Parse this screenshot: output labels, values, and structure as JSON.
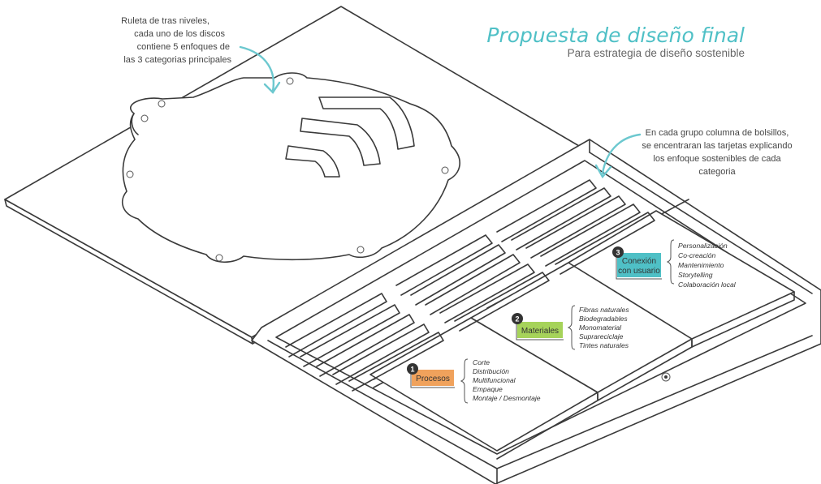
{
  "title": "Propuesta de diseño final",
  "subtitle": "Para estrategia de diseño sostenible",
  "notes": {
    "roulette": [
      "Ruleta de tras niveles,",
      "cada uno de los discos",
      "contiene 5 enfoques de",
      "las 3 categorias principales"
    ],
    "pockets": [
      "En cada grupo columna de bolsillos,",
      "se encentraran las tarjetas explicando",
      "los enfoque sostenibles de cada",
      "categoria"
    ]
  },
  "categories": [
    {
      "number": "1",
      "label": [
        "Procesos"
      ],
      "color": "#f0a25c",
      "items": [
        "Corte",
        "Distribución",
        "Multifuncional",
        "Empaque",
        "Montaje / Desmontaje"
      ]
    },
    {
      "number": "2",
      "label": [
        "Materiales"
      ],
      "color": "#a6d35a",
      "items": [
        "Fibras naturales",
        "Biodegradables",
        "Monomaterial",
        "Suprareciclaje",
        "Tintes naturales"
      ]
    },
    {
      "number": "3",
      "label": [
        "Conexión",
        "con usuario"
      ],
      "color": "#4fc0c6",
      "items": [
        "Personalización",
        "Co-creación",
        "Mantenimiento",
        "Storytelling",
        "Colaboración local"
      ]
    }
  ],
  "colors": {
    "title": "#4fc0c6",
    "arrow": "#6cc8cf",
    "line": "#3a3a3a",
    "badge": "#333333"
  }
}
